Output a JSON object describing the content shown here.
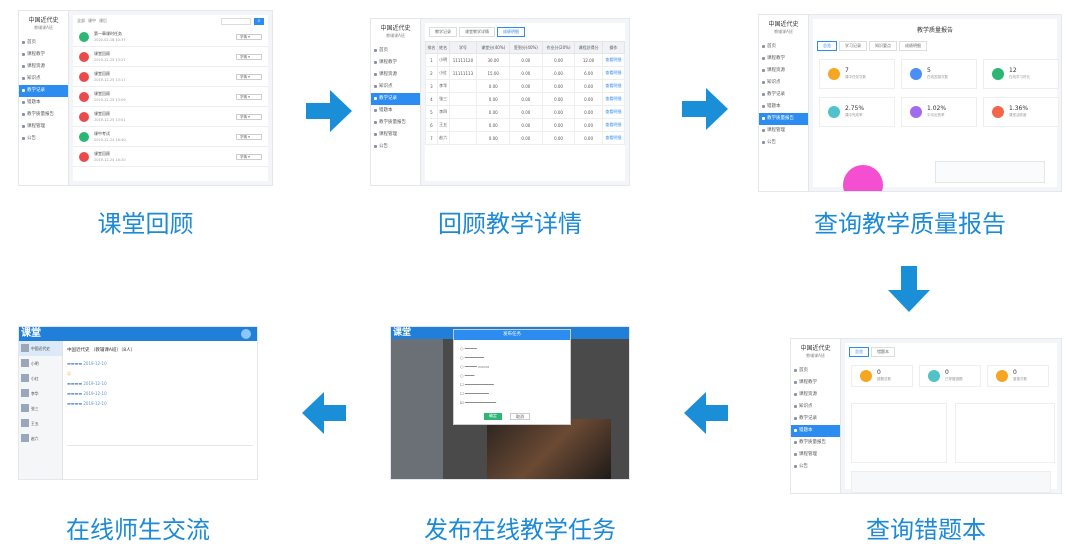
{
  "flow": {
    "step1": {
      "caption": "课堂回顾"
    },
    "step2": {
      "caption": "回顾教学详情"
    },
    "step3": {
      "caption": "查询教学质量报告"
    },
    "step4": {
      "caption": "查询错题本"
    },
    "step5": {
      "caption": "发布在线教学任务"
    },
    "step6": {
      "caption": "在线师生交流"
    }
  },
  "app": {
    "course_title": "中国近代史",
    "course_sub": "教辅课A班",
    "nav": [
      "首页",
      "课程教学",
      "课程资源",
      "知识点",
      "教学记录",
      "错题本",
      "教学质量报告",
      "课程管理",
      "公告"
    ]
  },
  "shot1": {
    "rows": [
      {
        "title": "第一章课时任务",
        "date": "2020-02-18 10:37",
        "color": "#2bb673",
        "btn": "学情"
      },
      {
        "title": "课堂回顾",
        "date": "2019-12-25 13:21",
        "color": "#e94b4b",
        "btn": "学情"
      },
      {
        "title": "课堂回顾",
        "date": "2019-12-25 13:17",
        "color": "#e94b4b",
        "btn": "学情"
      },
      {
        "title": "课堂回顾",
        "date": "2019-12-25 13:09",
        "color": "#e94b4b",
        "btn": "学情"
      },
      {
        "title": "课堂回顾",
        "date": "2019-12-25 13:01",
        "color": "#e94b4b",
        "btn": "学情"
      },
      {
        "title": "课中考试",
        "date": "2019-12-24 16:40",
        "color": "#2bb673",
        "btn": "学情"
      },
      {
        "title": "课堂回顾",
        "date": "2019-12-24 16:20",
        "color": "#e94b4b",
        "btn": "学情"
      }
    ]
  },
  "shot2": {
    "tabs": [
      "教学记录",
      "课堂教学详情",
      "成绩明细"
    ],
    "headers": [
      "排名",
      "姓名",
      "学号",
      "课堂分(40%)",
      "签到分(40%)",
      "作业分(20%)",
      "课程总得分",
      "操作"
    ],
    "rows": [
      [
        "1",
        "小明",
        "11111120",
        "30.00",
        "0.00",
        "0.00",
        "12.00",
        "查看明细"
      ],
      [
        "2",
        "小红",
        "11111113",
        "15.00",
        "0.00",
        "0.00",
        "6.00",
        "查看明细"
      ],
      [
        "3",
        "李华",
        "",
        "0.00",
        "0.00",
        "0.00",
        "0.00",
        "查看明细"
      ],
      [
        "4",
        "张三",
        "",
        "0.00",
        "0.00",
        "0.00",
        "0.00",
        "查看明细"
      ],
      [
        "5",
        "李四",
        "",
        "0.00",
        "0.00",
        "0.00",
        "0.00",
        "查看明细"
      ],
      [
        "6",
        "王五",
        "",
        "0.00",
        "0.00",
        "0.00",
        "0.00",
        "查看明细"
      ],
      [
        "7",
        "赵六",
        "",
        "0.00",
        "0.00",
        "0.00",
        "0.00",
        "查看明细"
      ]
    ]
  },
  "shot3": {
    "title": "教学质量报告",
    "tabs": [
      "总览",
      "学习记录",
      "知识要点",
      "成绩明细"
    ],
    "stats": [
      {
        "num": "7",
        "label": "课中任务次数",
        "color": "#f5a623"
      },
      {
        "num": "5",
        "label": "在线答疑次数",
        "color": "#4a8ef7"
      },
      {
        "num": "12",
        "label": "在线学习时长",
        "color": "#2bb673"
      },
      {
        "num": "2.75%",
        "label": "课中完成率",
        "color": "#4fc3c9"
      },
      {
        "num": "1.02%",
        "label": "平均出勤率",
        "color": "#a36cf0"
      },
      {
        "num": "1.36%",
        "label": "课堂活跃度",
        "color": "#f2674a"
      }
    ]
  },
  "shot4": {
    "tabs": [
      "总览",
      "错题本"
    ],
    "stats": [
      {
        "num": "0",
        "label": "错题总数",
        "color": "#f5a623"
      },
      {
        "num": "0",
        "label": "已掌握错题",
        "color": "#4fc3c9"
      },
      {
        "num": "0",
        "label": "重做次数",
        "color": "#f5a623"
      }
    ]
  },
  "shot5": {
    "dialog_title": "发布任务",
    "confirm": "确定",
    "cancel": "取消"
  },
  "shot6": {
    "logo": "课堂",
    "chat_title": "中国近代史 （教辅课A班）（8人）",
    "contacts": [
      "中国近代史",
      "小明",
      "小红",
      "李华",
      "张三",
      "王五",
      "赵六"
    ]
  },
  "colors": {
    "accent": "#1c8ad6",
    "arrow": "#1a8fd8"
  }
}
